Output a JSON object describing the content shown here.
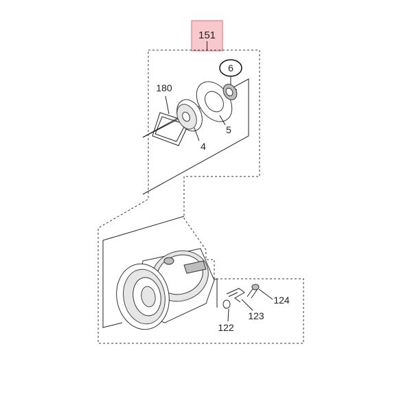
{
  "colors": {
    "assembly_box_fill": "#f7c8cc",
    "assembly_box_stroke": "#e06c75",
    "line": "#222222"
  },
  "labels": {
    "assembly": "151",
    "part_6": "6",
    "part_180": "180",
    "part_5": "5",
    "part_4": "4",
    "part_124": "124",
    "part_123": "123",
    "part_122": "122"
  }
}
